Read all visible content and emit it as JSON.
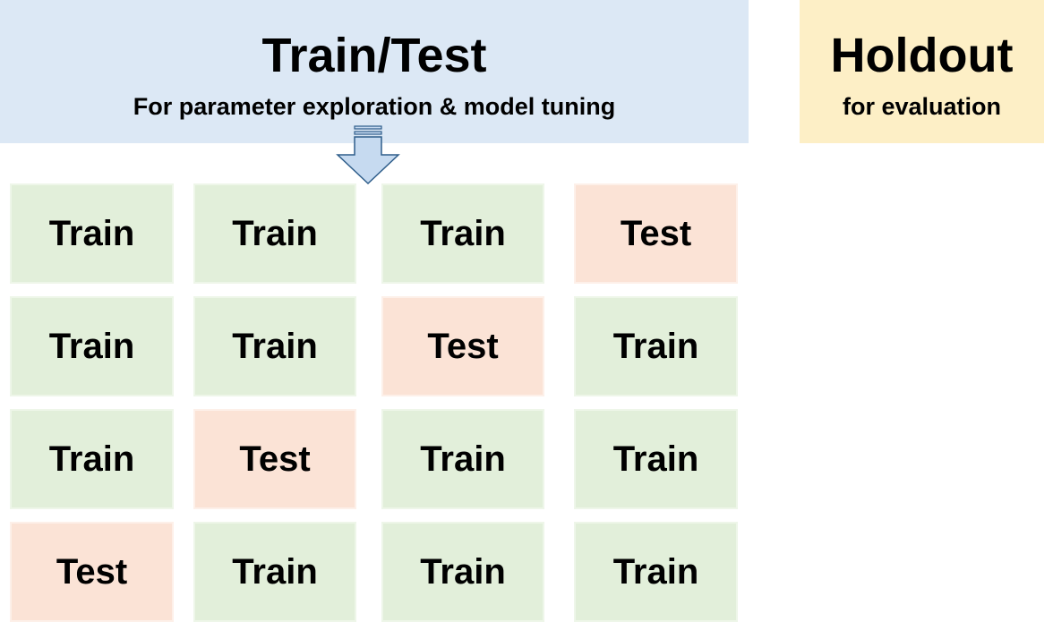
{
  "train_test_box": {
    "title": "Train/Test",
    "subtitle": "For parameter exploration & model tuning"
  },
  "holdout_box": {
    "title": "Holdout",
    "subtitle": "for evaluation"
  },
  "folds": [
    [
      "Train",
      "Train",
      "Train",
      "Test"
    ],
    [
      "Train",
      "Train",
      "Test",
      "Train"
    ],
    [
      "Train",
      "Test",
      "Train",
      "Train"
    ],
    [
      "Test",
      "Train",
      "Train",
      "Train"
    ]
  ],
  "colors": {
    "train_test_box": "#dce8f5",
    "holdout_box": "#fdefc6",
    "train_cell": "#e2efda",
    "test_cell": "#fbe3d6",
    "arrow_fill": "#c6daf0",
    "arrow_stroke": "#2e5d8a"
  }
}
